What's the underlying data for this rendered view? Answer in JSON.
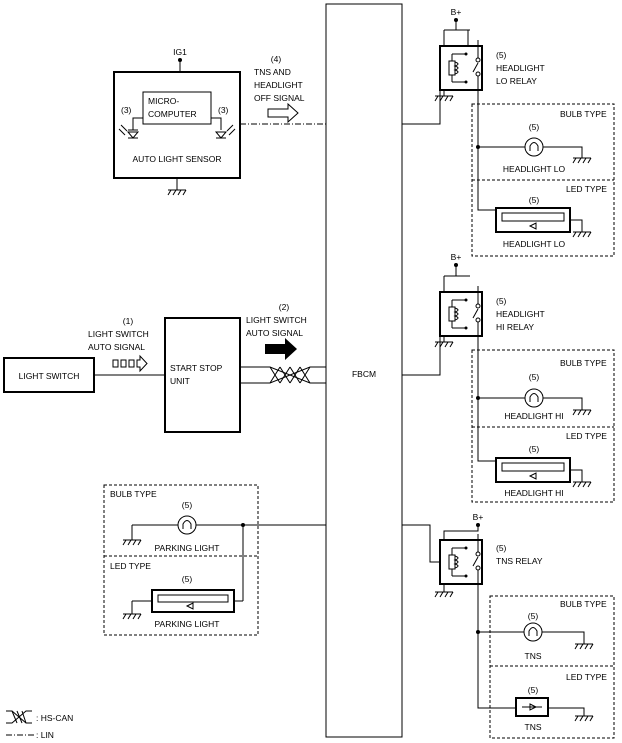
{
  "fbcm": "FBCM",
  "ig1": "IG1",
  "auto_light_sensor": {
    "label": "AUTO LIGHT SENSOR",
    "micro_line1": "MICRO-",
    "micro_line2": "COMPUTER",
    "ref_left": "(3)",
    "ref_right": "(3)"
  },
  "signal4": {
    "ref": "(4)",
    "line1": "TNS AND",
    "line2": "HEADLIGHT",
    "line3": "OFF SIGNAL"
  },
  "light_switch": "LIGHT SWITCH",
  "signal1": {
    "ref": "(1)",
    "line1": "LIGHT SWITCH",
    "line2": "AUTO SIGNAL"
  },
  "start_stop": {
    "line1": "START STOP",
    "line2": "UNIT"
  },
  "signal2": {
    "ref": "(2)",
    "line1": "LIGHT SWITCH",
    "line2": "AUTO SIGNAL"
  },
  "bplus": "B+",
  "ref5": "(5)",
  "bulb_type": "BULB TYPE",
  "led_type": "LED TYPE",
  "lo": {
    "relay1": "HEADLIGHT",
    "relay2": "LO RELAY",
    "lamp": "HEADLIGHT LO"
  },
  "hi": {
    "relay1": "HEADLIGHT",
    "relay2": "HI RELAY",
    "lamp": "HEADLIGHT HI"
  },
  "tns": {
    "relay": "TNS RELAY",
    "lamp": "TNS"
  },
  "parking": {
    "lamp": "PARKING LIGHT"
  },
  "legend": {
    "hs_can": ": HS-CAN",
    "lin": ": LIN"
  }
}
